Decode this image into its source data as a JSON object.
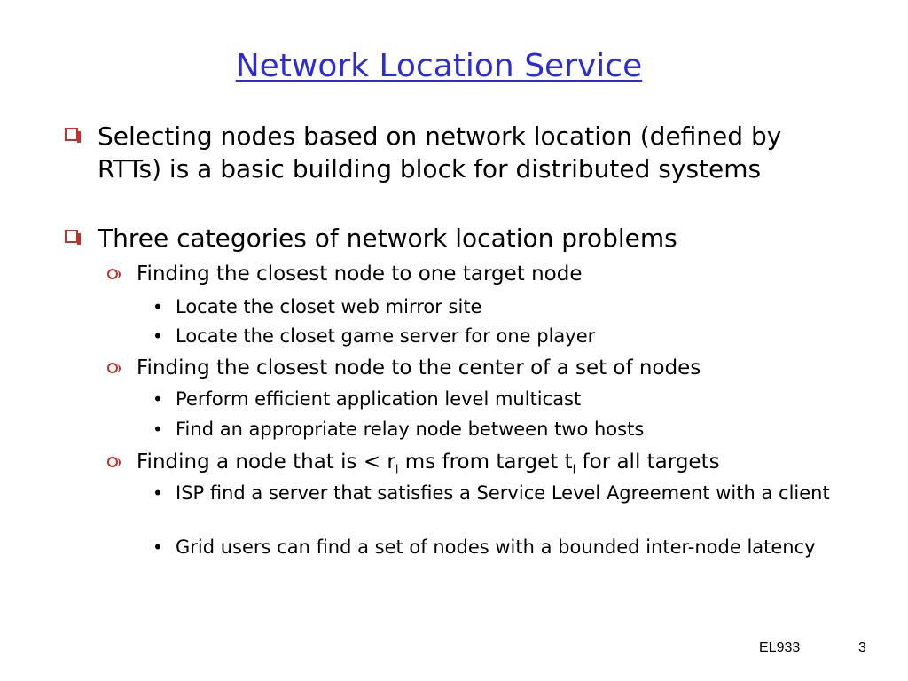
{
  "slide": {
    "title": "Network Location Service",
    "bullets": [
      {
        "text": "Selecting nodes based on network location (defined by RTTs) is a basic building block for distributed systems"
      },
      {
        "text": "Three categories of network location problems"
      }
    ],
    "sub_bullets": [
      {
        "text": "Finding the closest node to one target node"
      },
      {
        "text": "Finding the closest node to the center of a set of nodes"
      },
      {
        "pre": "Finding a node that is < r",
        "sub1": "i",
        "mid": " ms from target t",
        "sub2": "i",
        "post": " for all targets"
      }
    ],
    "items": [
      "Locate the closet web mirror site",
      "Locate the closet game server for one player",
      "Perform efficient application level multicast",
      "Find an appropriate relay node between two hosts",
      "ISP find a server that satisfies a Service Level Agreement with a client",
      "Grid users can find a set of nodes with a bounded inter-node latency"
    ],
    "bullet_glyph": "•",
    "footer": {
      "course": "EL933",
      "page": "3"
    }
  },
  "colors": {
    "title": "#2b2bd9",
    "bullet_mark": "#c0322a",
    "text": "#000000"
  }
}
